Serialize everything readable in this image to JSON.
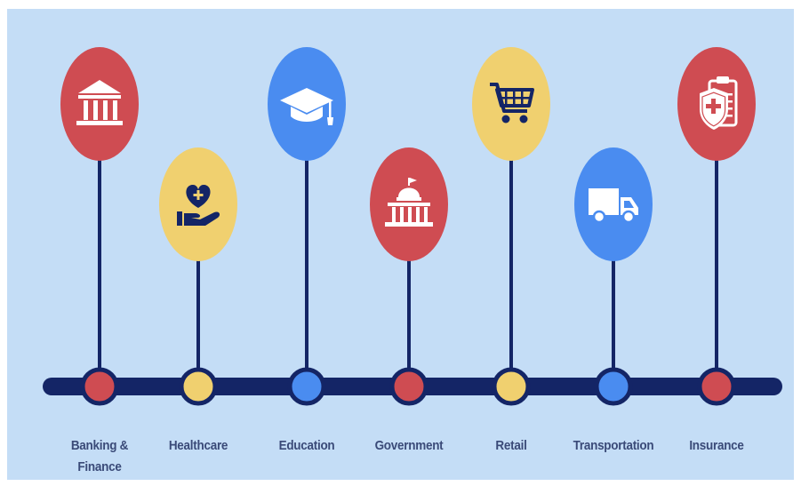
{
  "colors": {
    "background": "#c4ddf6",
    "track": "#142566",
    "red": "#cf4c52",
    "yellow": "#f0d06f",
    "blue": "#4a8cf0",
    "icon_light": "#ffffff",
    "icon_dark": "#142566",
    "label": "#3a4a78"
  },
  "sectors": [
    {
      "label": "Banking & Finance",
      "label_lines": [
        "Banking &",
        "Finance"
      ],
      "color": "red",
      "icon": "bank-icon"
    },
    {
      "label": "Healthcare",
      "label_lines": [
        "Healthcare"
      ],
      "color": "yellow",
      "icon": "heart-hand-icon"
    },
    {
      "label": "Education",
      "label_lines": [
        "Education"
      ],
      "color": "blue",
      "icon": "graduation-cap-icon"
    },
    {
      "label": "Government",
      "label_lines": [
        "Government"
      ],
      "color": "red",
      "icon": "government-building-icon"
    },
    {
      "label": "Retail",
      "label_lines": [
        "Retail"
      ],
      "color": "yellow",
      "icon": "shopping-cart-icon"
    },
    {
      "label": "Transportation",
      "label_lines": [
        "Transportation"
      ],
      "color": "blue",
      "icon": "truck-icon"
    },
    {
      "label": "Insurance",
      "label_lines": [
        "Insurance"
      ],
      "color": "red",
      "icon": "insurance-clipboard-icon"
    }
  ]
}
